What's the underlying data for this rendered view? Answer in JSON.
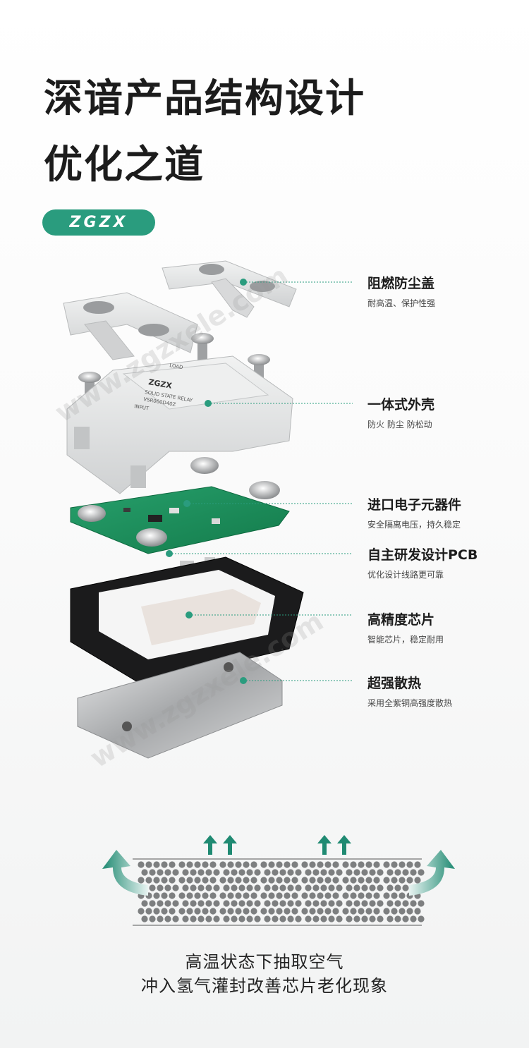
{
  "headline": {
    "line1": "深谙产品结构设计",
    "line2": "优化之道"
  },
  "brand": {
    "logo_text": "ZGZX",
    "color": "#2a9c7e"
  },
  "watermark": {
    "text": "www.zgzxele.com"
  },
  "relay_print": {
    "brand": "ZGZX",
    "model_line1": "SOLID STATE RELAY",
    "model_line2": "VSR060D40Z",
    "input_label": "INPUT",
    "load_label": "LOAD"
  },
  "components": [
    {
      "title": "阻燃防尘盖",
      "subtitle": "耐高温、保护性强"
    },
    {
      "title": "一体式外壳",
      "subtitle": "防火  防尘  防松动"
    },
    {
      "title": "进口电子元器件",
      "subtitle": "安全隔离电压，持久稳定"
    },
    {
      "title": "自主研发设计PCB",
      "subtitle": "优化设计线路更可靠"
    },
    {
      "title": "高精度芯片",
      "subtitle": "智能芯片，稳定耐用"
    },
    {
      "title": "超强散热",
      "subtitle": "采用全紫铜高强度散热"
    }
  ],
  "airflow_caption": {
    "line1": "高温状态下抽取空气",
    "line2": "冲入氢气灌封改善芯片老化现象"
  },
  "colors": {
    "accent": "#2a9c7e",
    "pcb": "#1f8f5e",
    "housing": "#e6e7e8",
    "base": "#1a1a1a",
    "dots": "#7d7f80"
  }
}
